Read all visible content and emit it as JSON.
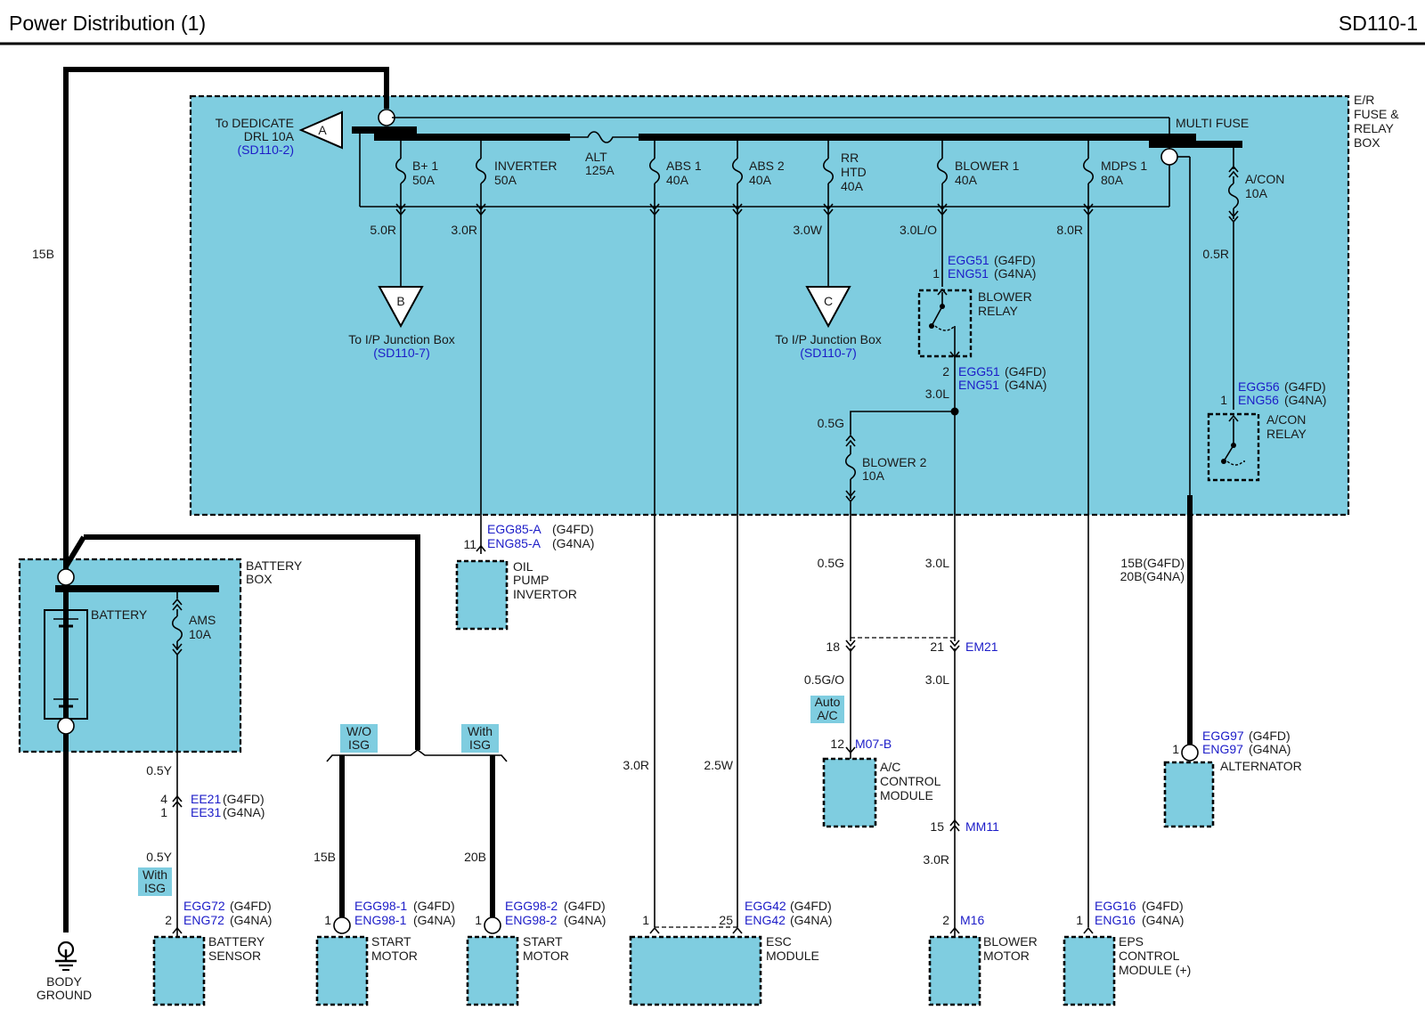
{
  "header": {
    "title": "Power Distribution (1)",
    "code": "SD110-1"
  },
  "er_box": {
    "label_1": "E/R",
    "label_2": "FUSE &",
    "label_3": "RELAY",
    "label_4": "BOX"
  },
  "battery_box": {
    "label_1": "BATTERY",
    "label_2": "BOX",
    "battery_label": "BATTERY"
  },
  "wires": {
    "main": "15B",
    "b1": "5.0R",
    "inv": "3.0R",
    "rrhtd": "3.0W",
    "blower1": "3.0L/O",
    "mdps": "8.0R",
    "acon": "0.5R",
    "blower_relay_out": "3.0L",
    "blower2": "0.5G",
    "blower2_low": "0.5G",
    "em21_top": "3.0L",
    "em21_bot": "3.0L",
    "acc": "0.5G/O",
    "alt_1": "15B(G4FD)",
    "alt_2": "20B(G4NA)",
    "abs1": "3.0R",
    "abs2": "2.5W",
    "mm11": "3.0R",
    "sensor_1": "0.5Y",
    "sensor_2": "0.5Y",
    "start1": "15B",
    "start2": "20B"
  },
  "fuses": {
    "alt": {
      "name": "ALT",
      "rating": "125A"
    },
    "b1": {
      "name": "B+ 1",
      "rating": "50A"
    },
    "inverter": {
      "name": "INVERTER",
      "rating": "50A"
    },
    "abs1": {
      "name": "ABS 1",
      "rating": "40A"
    },
    "abs2": {
      "name": "ABS 2",
      "rating": "40A"
    },
    "rrhtd": {
      "name_1": "RR",
      "name_2": "HTD",
      "rating": "40A"
    },
    "blower1": {
      "name": "BLOWER 1",
      "rating": "40A"
    },
    "mdps1": {
      "name": "MDPS 1",
      "rating": "80A"
    },
    "acon": {
      "name": "A/CON",
      "rating": "10A"
    },
    "blower2": {
      "name": "BLOWER 2",
      "rating": "10A"
    },
    "ams": {
      "name": "AMS",
      "rating": "10A"
    },
    "multi": {
      "name": "MULTI FUSE"
    }
  },
  "refs": {
    "A": {
      "letter": "A",
      "text_1": "To DEDICATE",
      "text_2": "DRL 10A",
      "link": "(SD110-2)"
    },
    "B": {
      "letter": "B",
      "text": "To I/P Junction Box",
      "link": "(SD110-7)"
    },
    "C": {
      "letter": "C",
      "text": "To I/P Junction Box",
      "link": "(SD110-7)"
    }
  },
  "relays": {
    "blower": {
      "name_1": "BLOWER",
      "name_2": "RELAY"
    },
    "acon": {
      "name_1": "A/CON",
      "name_2": "RELAY"
    }
  },
  "connectors": {
    "egg51_top": {
      "pin": "1",
      "a": "EGG51",
      "a_suf": "(G4FD)",
      "b": "ENG51",
      "b_suf": "(G4NA)"
    },
    "egg51_bot": {
      "pin": "2",
      "a": "EGG51",
      "a_suf": "(G4FD)",
      "b": "ENG51",
      "b_suf": "(G4NA)"
    },
    "egg56": {
      "pin": "1",
      "a": "EGG56",
      "a_suf": "(G4FD)",
      "b": "ENG56",
      "b_suf": "(G4NA)"
    },
    "egg85": {
      "pin": "11",
      "a": "EGG85-A",
      "a_suf": "(G4FD)",
      "b": "ENG85-A",
      "b_suf": "(G4NA)"
    },
    "em21": {
      "pin_l": "18",
      "pin_r": "21",
      "name": "EM21"
    },
    "m07": {
      "pin": "12",
      "name": "M07-B"
    },
    "mm11": {
      "pin": "15",
      "name": "MM11"
    },
    "m16": {
      "pin": "2",
      "name": "M16"
    },
    "egg97": {
      "pin": "1",
      "a": "EGG97",
      "a_suf": "(G4FD)",
      "b": "ENG97",
      "b_suf": "(G4NA)"
    },
    "ee21": {
      "pin_a": "4",
      "pin_b": "1",
      "a": "EE21",
      "a_suf": "(G4FD)",
      "b": "EE31",
      "b_suf": "(G4NA)"
    },
    "egg72": {
      "pin": "2",
      "a": "EGG72",
      "a_suf": "(G4FD)",
      "b": "ENG72",
      "b_suf": "(G4NA)"
    },
    "egg98_1": {
      "pin": "1",
      "a": "EGG98-1",
      "a_suf": "(G4FD)",
      "b": "ENG98-1",
      "b_suf": "(G4NA)"
    },
    "egg98_2": {
      "pin": "1",
      "a": "EGG98-2",
      "a_suf": "(G4FD)",
      "b": "ENG98-2",
      "b_suf": "(G4NA)"
    },
    "egg42": {
      "pin_l": "1",
      "pin_r": "25",
      "a": "EGG42",
      "a_suf": "(G4FD)",
      "b": "ENG42",
      "b_suf": "(G4NA)"
    },
    "egg16": {
      "pin": "1",
      "a": "EGG16",
      "a_suf": "(G4FD)",
      "b": "ENG16",
      "b_suf": "(G4NA)"
    }
  },
  "components": {
    "oil_pump": {
      "l1": "OIL",
      "l2": "PUMP",
      "l3": "INVERTOR"
    },
    "ac_control": {
      "l1": "A/C",
      "l2": "CONTROL",
      "l3": "MODULE"
    },
    "alternator": {
      "l1": "ALTERNATOR"
    },
    "battery_sensor": {
      "l1": "BATTERY",
      "l2": "SENSOR"
    },
    "start_motor_1": {
      "l1": "START",
      "l2": "MOTOR"
    },
    "start_motor_2": {
      "l1": "START",
      "l2": "MOTOR"
    },
    "esc": {
      "l1": "ESC",
      "l2": "MODULE"
    },
    "blower_motor": {
      "l1": "BLOWER",
      "l2": "MOTOR"
    },
    "eps": {
      "l1": "EPS",
      "l2": "CONTROL",
      "l3": "MODULE (+)"
    }
  },
  "tags": {
    "wo_isg": {
      "l1": "W/O",
      "l2": "ISG"
    },
    "with_isg": {
      "l1": "With",
      "l2": "ISG"
    },
    "with_isg_sensor": {
      "l1": "With",
      "l2": "ISG"
    },
    "auto_ac": {
      "l1": "Auto",
      "l2": "A/C"
    }
  },
  "ground": {
    "l1": "BODY",
    "l2": "GROUND"
  },
  "colors": {
    "box_fill": "#7fcde0",
    "link_text": "#1c1cc8",
    "wire": "#000000"
  }
}
